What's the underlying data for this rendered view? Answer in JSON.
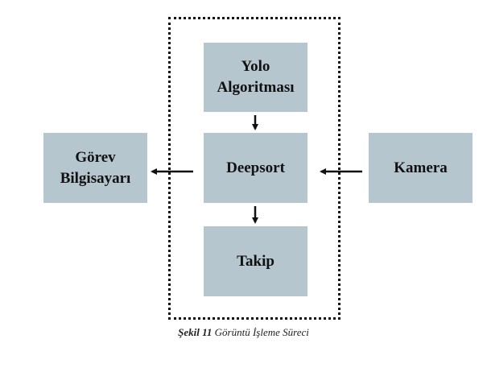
{
  "diagram": {
    "nodes": {
      "yolo": {
        "lines": [
          "Yolo",
          "Algoritması"
        ]
      },
      "deepsort": {
        "label": "Deepsort"
      },
      "takip": {
        "label": "Takip"
      },
      "gorev": {
        "lines": [
          "Görev",
          "Bilgisayarı"
        ]
      },
      "kamera": {
        "label": "Kamera"
      }
    },
    "edges": [
      {
        "from": "yolo",
        "to": "deepsort"
      },
      {
        "from": "deepsort",
        "to": "takip"
      },
      {
        "from": "kamera",
        "to": "deepsort"
      },
      {
        "from": "deepsort",
        "to": "gorev"
      }
    ],
    "colors": {
      "box_fill": "#b6c6cf",
      "text": "#111111",
      "arrow": "#111111"
    }
  },
  "caption": {
    "label": "Şekil 11",
    "text": "Görüntü İşleme Süreci"
  }
}
